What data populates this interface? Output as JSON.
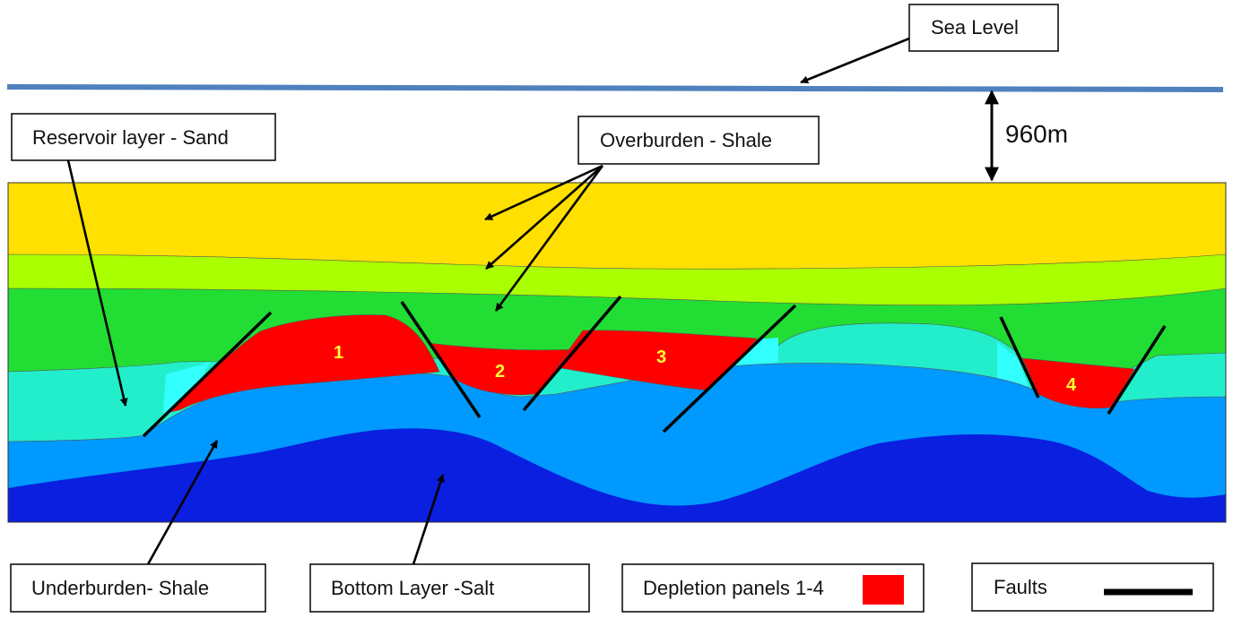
{
  "labels": {
    "sea_level": "Sea Level",
    "reservoir": "Reservoir layer - Sand",
    "overburden": "Overburden - Shale",
    "depth": "960m",
    "underburden": "Underburden- Shale",
    "bottom": "Bottom Layer -Salt",
    "depletion": "Depletion panels 1-4",
    "faults": "Faults"
  },
  "panels": [
    "1",
    "2",
    "3",
    "4"
  ],
  "colors": {
    "sea_line": "#4f81bd",
    "overburden_top": "#ffe000",
    "overburden_mid": "#aaff00",
    "overburden_low": "#22dd33",
    "reservoir_sand": "#22eecc",
    "reservoir_hi": "#33ffff",
    "underburden": "#0099ff",
    "salt": "#0a1fe0",
    "depletion": "#ff0000",
    "fault": "#000000"
  }
}
